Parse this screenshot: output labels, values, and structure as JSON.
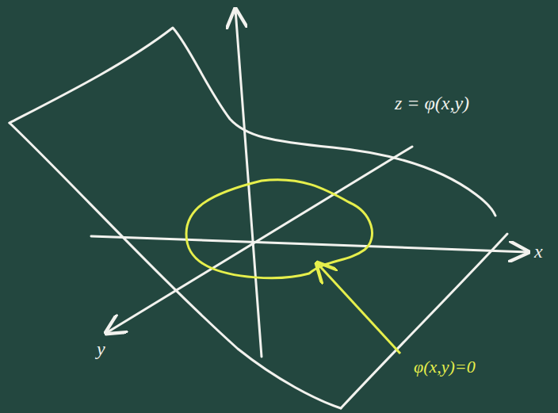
{
  "diagram": {
    "labels": [
      "z = φ(x,y)",
      "φ(x,y)=0",
      "x",
      "y"
    ]
  }
}
